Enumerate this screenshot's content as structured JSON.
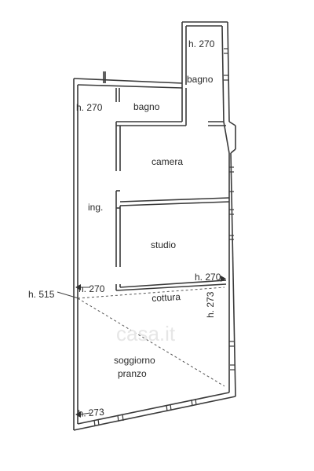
{
  "rooms": {
    "bagno_top": "bagno",
    "bagno_left": "bagno",
    "camera": "camera",
    "ing": "ing.",
    "studio": "studio",
    "cottura": "cottura",
    "soggiorno": "soggiorno",
    "pranzo": "pranzo"
  },
  "heights": {
    "h_bagno_top": "h. 270",
    "h_bagno_left": "h. 270",
    "h_cottura_left": "h. 270",
    "h_cottura_right": "h. 270",
    "h_515": "h. 515",
    "h_273_right": "h. 273",
    "h_273_bottom": "h. 273"
  },
  "watermark": "casa.it"
}
